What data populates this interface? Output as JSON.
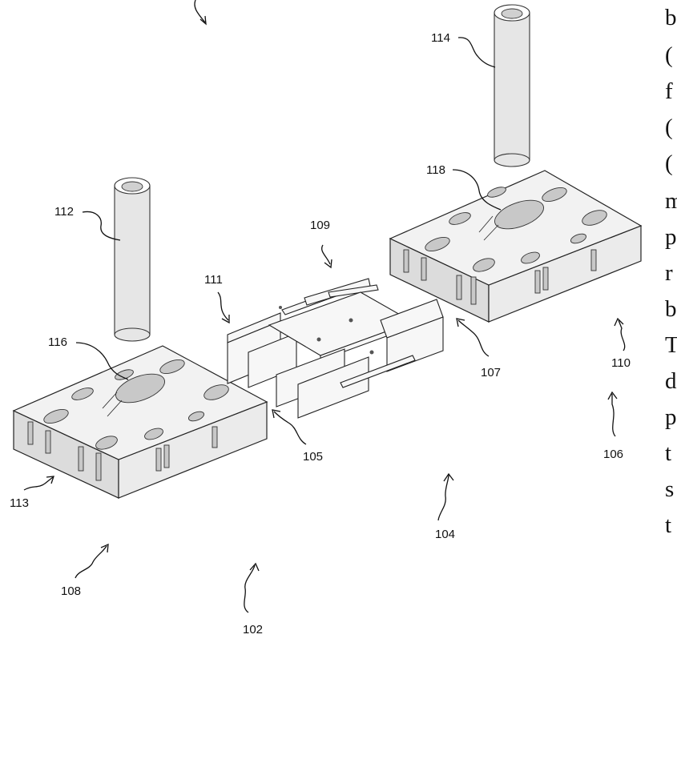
{
  "figure": {
    "labels": {
      "l102": "102",
      "l104": "104",
      "l105": "105",
      "l106": "106",
      "l107": "107",
      "l108": "108",
      "l109": "109",
      "l110": "110",
      "l111": "111",
      "l112": "112",
      "l113": "113",
      "l114": "114",
      "l116": "116",
      "l118": "118"
    }
  },
  "side_text": {
    "lines": [
      "b",
      "(",
      "f",
      "(",
      "(",
      "m",
      "p",
      "r",
      "b",
      "T",
      "d",
      "p",
      "t",
      "s",
      "t"
    ]
  }
}
